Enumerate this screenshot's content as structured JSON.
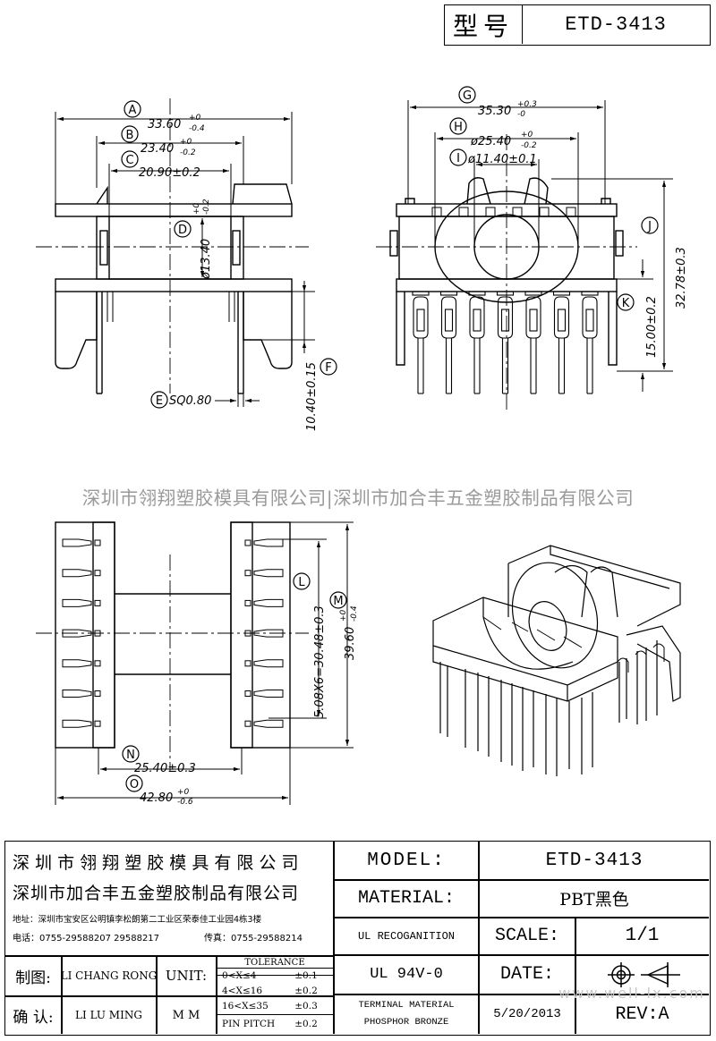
{
  "header": {
    "type_label": "型号",
    "model": "ETD-3413"
  },
  "dims": {
    "A": {
      "tag": "A",
      "value": "33.60"
    },
    "B": {
      "tag": "B",
      "value": "23.40"
    },
    "C": {
      "tag": "C",
      "value": "20.90±0.2"
    },
    "D": {
      "tag": "D",
      "value": "ø13.40"
    },
    "E": {
      "tag": "E",
      "value": "SQ0.80"
    },
    "F": {
      "tag": "F",
      "value": "10.40±0.15"
    },
    "G": {
      "tag": "G",
      "value": "35.30"
    },
    "H": {
      "tag": "H",
      "value": "ø25.40"
    },
    "I": {
      "tag": "I",
      "value": "ø11.40±0.1"
    },
    "J": {
      "tag": "J",
      "value": "32.78±0.3"
    },
    "K": {
      "tag": "K",
      "value": "15.00±0.2"
    },
    "L": {
      "tag": "L",
      "value": "5.08X6=30.48±0.3"
    },
    "M": {
      "tag": "M",
      "value": "39.60"
    },
    "N": {
      "tag": "N",
      "value": "25.40±0.3"
    },
    "O": {
      "tag": "O",
      "value": "42.80"
    },
    "tol_A": {
      "up": "+0",
      "down": "-0.4"
    },
    "tol_B": {
      "up": "+0",
      "down": "-0.2"
    },
    "tol_D": {
      "up": "+0",
      "down": "-0.2"
    },
    "tol_G": {
      "up": "+0.3",
      "down": "-0"
    },
    "tol_H": {
      "up": "+0",
      "down": "-0.2"
    },
    "tol_M": {
      "up": "+0",
      "down": "-0.4"
    },
    "tol_O": {
      "up": "+0",
      "down": "-0.6"
    }
  },
  "watermark": "深圳市翎翔塑胶模具有限公司|深圳市加合丰五金塑胶制品有限公司",
  "titleblock": {
    "company1": "深 圳 市 翎 翔 塑 胶 模 具 有 限 公 司",
    "company2": "深圳市加合丰五金塑胶制品有限公司",
    "address": "地址：深圳市宝安区公明镇李松朗第二工业区荣泰佳工业园4栋3楼",
    "phone": "电话：0755-29588207  29588217",
    "fax": "传真：0755-29588214",
    "drawn_label": "制图:",
    "drawn_by": "LI CHANG RONG",
    "confirm_label": "确 认:",
    "confirm_by": "LI LU MING",
    "unit_label": "UNIT:",
    "unit_value": "M M",
    "tolerance_title": "TOLERANCE",
    "tolerance_rows": [
      {
        "range": "0<X≤4",
        "value": "±0.1"
      },
      {
        "range": "4<X≤16",
        "value": "±0.2"
      },
      {
        "range": "16<X≤35",
        "value": "±0.3"
      },
      {
        "range": "PIN PITCH",
        "value": "±0.2"
      }
    ],
    "model_label": "MODEL:",
    "model_value": "ETD-3413",
    "material_label": "MATERIAL:",
    "material_value": "PBT黑色",
    "ul_label": "UL RECOGANITION",
    "ul_value": "UL 94V-0",
    "scale_label": "SCALE:",
    "scale_value": "1/1",
    "date_label": "DATE:",
    "terminal_line1": "TERMINAL MATERIAL",
    "terminal_line2": "PHOSPHOR  BRONZE",
    "date_value": "5/20/2013",
    "rev_label": "REV:A",
    "site_watermark": "www.well-lx.com"
  },
  "icons": {
    "projection": "first-angle-projection-icon"
  }
}
